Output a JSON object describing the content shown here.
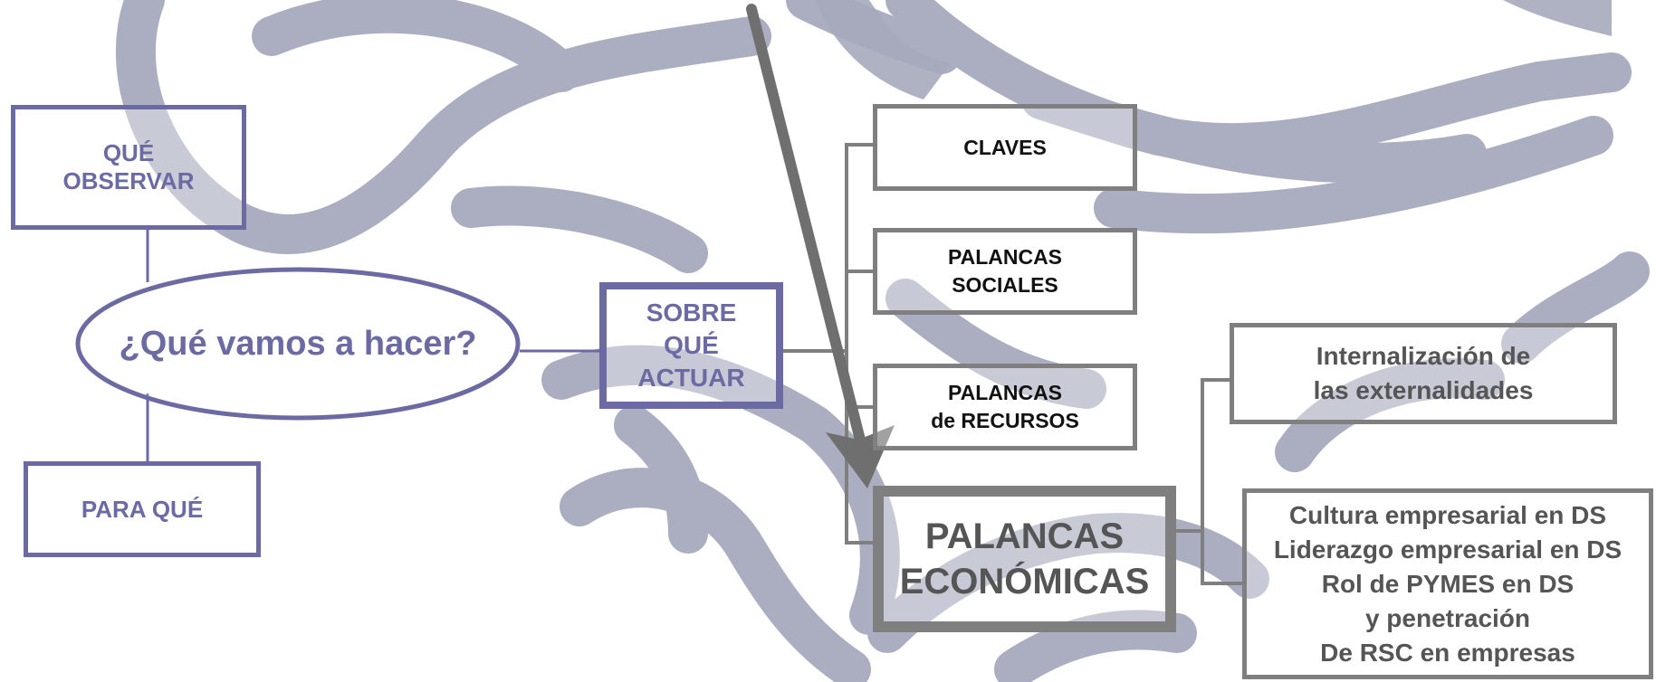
{
  "colors": {
    "purple": "#6b6aa3",
    "gray_box": "#7f7f7f",
    "swirl": "#a6aabd",
    "arrow": "#6f6f6f"
  },
  "left": {
    "que_observar": [
      "QUÉ",
      "OBSERVAR"
    ],
    "central_question": "¿Qué vamos a hacer?",
    "para_que": "PARA QUÉ",
    "sobre_que_actuar": [
      "SOBRE",
      "QUÉ",
      "ACTUAR"
    ]
  },
  "levers": {
    "claves": "CLAVES",
    "palancas_sociales": [
      "PALANCAS",
      "SOCIALES"
    ],
    "palancas_recursos": [
      "PALANCAS",
      "de RECURSOS"
    ],
    "palancas_economicas": [
      "PALANCAS",
      "ECONÓMICAS"
    ]
  },
  "economic_details": {
    "internalizacion": [
      "Internalización de",
      "las externalidades"
    ],
    "cultura": [
      "Cultura empresarial en DS",
      "Liderazgo empresarial en DS",
      "Rol de PYMES en DS",
      "y penetración",
      "De RSC en empresas"
    ]
  }
}
